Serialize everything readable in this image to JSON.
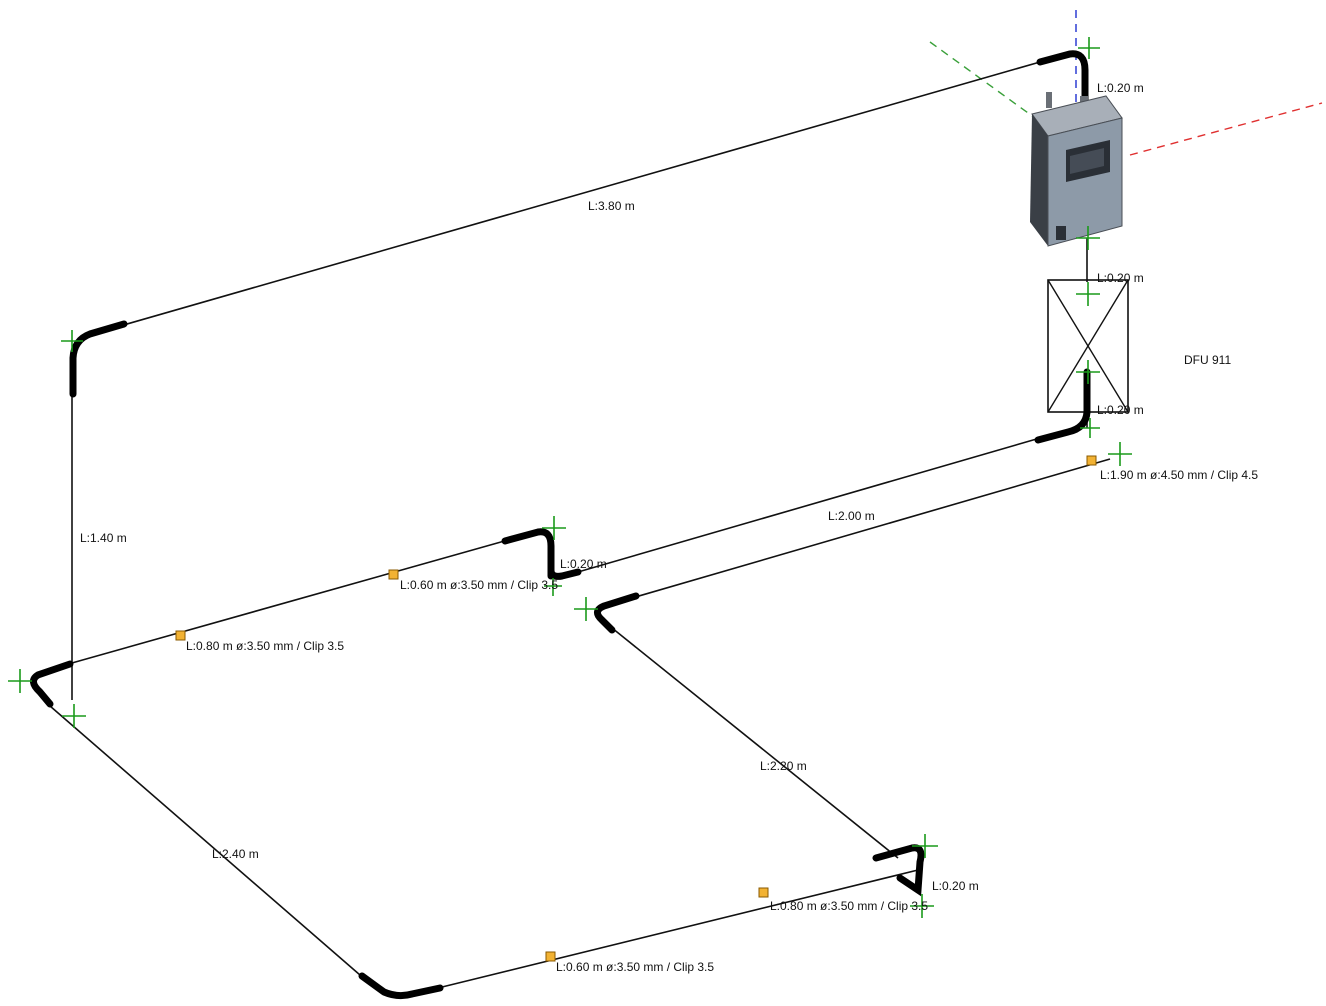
{
  "colors": {
    "pipe": "#111111",
    "fitting": "#000000",
    "node": "#1a9a1a",
    "clip": "#f2b233",
    "axis_x": "#e03030",
    "axis_y": "#3aa03a",
    "axis_z": "#2030d0"
  },
  "component": {
    "label": "DFU 911",
    "icons": [
      "pump-unit-icon",
      "flow-distributor-icon"
    ]
  },
  "labels": {
    "top_run": "L:3.80 m",
    "pump_outlet": "L:0.20 m",
    "pump_inlet": "L:0.20 m",
    "dfu_out": "L:0.20 m",
    "line_1_90": "L:1.90 m ø:4.50 mm / Clip 4.5",
    "left_riser": "L:1.40 m",
    "mid_2_00": "L:2.00 m",
    "step_0_20": "L:0.20 m",
    "seg_0_60_upper": "L:0.60 m ø:3.50 mm / Clip 3.5",
    "seg_0_80_left": "L:0.80 m ø:3.50 mm / Clip 3.5",
    "seg_2_20": "L:2.20 m",
    "seg_2_40": "L:2.40 m",
    "corner_0_20": "L:0.20 m",
    "seg_0_80_bottom": "L:0.80 m ø:3.50 mm / Clip 3.5",
    "seg_0_60_bottom": "L:0.60 m ø:3.50 mm / Clip 3.5"
  }
}
